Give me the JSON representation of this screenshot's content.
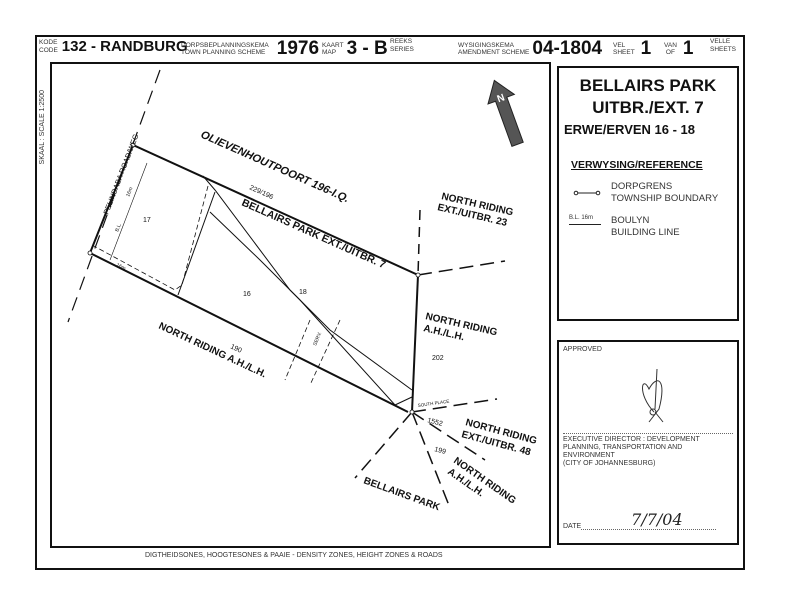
{
  "header": {
    "code_label_af": "KODE",
    "code_label_en": "CODE",
    "code_value": "132 - RANDBURG",
    "scheme_label_af": "DORPSBEPLANNINGSKEMA",
    "scheme_label_en": "TOWN PLANNING SCHEME",
    "scheme_year": "1976",
    "map_label_af": "KAART",
    "map_label_en": "MAP",
    "map_value": "3 - B",
    "series_label_af": "REEKS",
    "series_label_en": "SERIES",
    "amendment_label_af": "WYSIGINGSKEMA",
    "amendment_label_en": "AMENDMENT SCHEME",
    "amendment_value": "04-1804",
    "sheet_label_af": "VEL",
    "sheet_label_en": "SHEET",
    "sheet_value": "1",
    "of_label_af": "VAN",
    "of_label_en": "OF",
    "of_value": "1",
    "sheets_label_af": "VELLE",
    "sheets_label_en": "SHEETS"
  },
  "scale": "SKAAL : SCALE 1:2500",
  "footer": "DIGTHEIDSONES, HOOGTESONES & PAAIE - DENSITY ZONES,  HEIGHT ZONES & ROADS",
  "title_box": {
    "line1": "BELLAIRS PARK",
    "line2": "UITBR./EXT. 7",
    "line3": "ERWE/ERVEN 16 - 18",
    "reference_heading": "VERWYSING/REFERENCE",
    "legend": [
      {
        "icon": "township-boundary-line",
        "af": "DORPGRENS",
        "en": "TOWNSHIP BOUNDARY"
      },
      {
        "icon": "building-line",
        "symbol": "B.L.  16m",
        "af": "BOULYN",
        "en": "BUILDING LINE"
      }
    ]
  },
  "approval": {
    "heading": "APPROVED",
    "signatory": "EXECUTIVE DIRECTOR : DEVELOPMENT PLANNING, TRANSPORTATION AND ENVIRONMENT",
    "city": "(CITY OF JOHANNESBURG)",
    "date_label": "DATE",
    "date_value": "7/7/04"
  },
  "map": {
    "north": "N",
    "road": "PELINDABA ROAD/WEG",
    "farm": "OLIEVENHOUTPOORT 196-I.Q.",
    "farm_portion": "229/196",
    "township": "BELLAIRS PARK EXT./UITBR. 7",
    "erf_17": "17",
    "erf_16": "16",
    "erf_18": "18",
    "bl_label": "B.L.",
    "bl_value": "16m",
    "bl_bottom": "16m",
    "servitude": "SERV.",
    "nr23_a": "NORTH RIDING",
    "nr23_b": "EXT./UITBR. 23",
    "nr_ah_a": "NORTH RIDING",
    "nr_ah_b": "A.H./L.H.",
    "nr_ah_num": "202",
    "south_place": "SOUTH PLACE",
    "num_1552": "1552",
    "nr48_a": "NORTH RIDING",
    "nr48_b": "EXT./UITBR. 48",
    "num_199": "199",
    "nr_ah2_a": "NORTH RIDING",
    "nr_ah2_b": "A.H./L.H.",
    "num_190": "190",
    "nr_ah3": "NORTH RIDING A.H./L.H.",
    "bellairs": "BELLAIRS PARK"
  }
}
